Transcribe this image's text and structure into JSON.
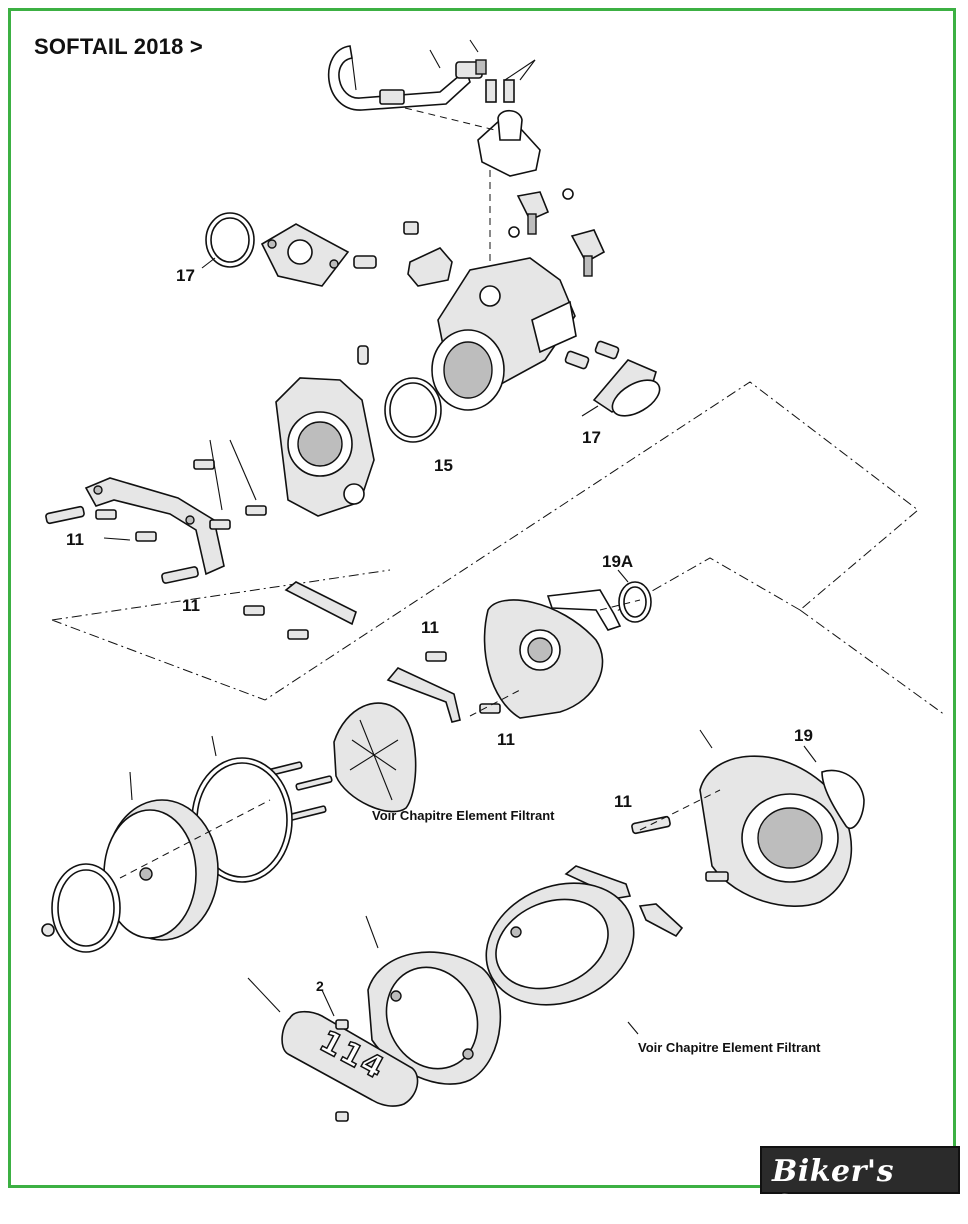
{
  "header": {
    "title": "SOFTAIL 2018 >"
  },
  "callouts": {
    "c17_left": "17",
    "c17_right": "17",
    "c15": "15",
    "c11_a": "11",
    "c11_b": "11",
    "c11_c": "11",
    "c11_d": "11",
    "c11_e": "11",
    "c19a": "19A",
    "c19": "19",
    "c2": "2"
  },
  "notes": {
    "filter_note_1": "Voir Chapitre Element Filtrant",
    "filter_note_2": "Voir Chapitre Element Filtrant"
  },
  "badge": {
    "text": "114"
  },
  "watermark": {
    "text": "Biker's Store"
  },
  "colors": {
    "frame": "#3cb043",
    "watermark_bg": "#2b2b2b",
    "ink": "#111111"
  }
}
